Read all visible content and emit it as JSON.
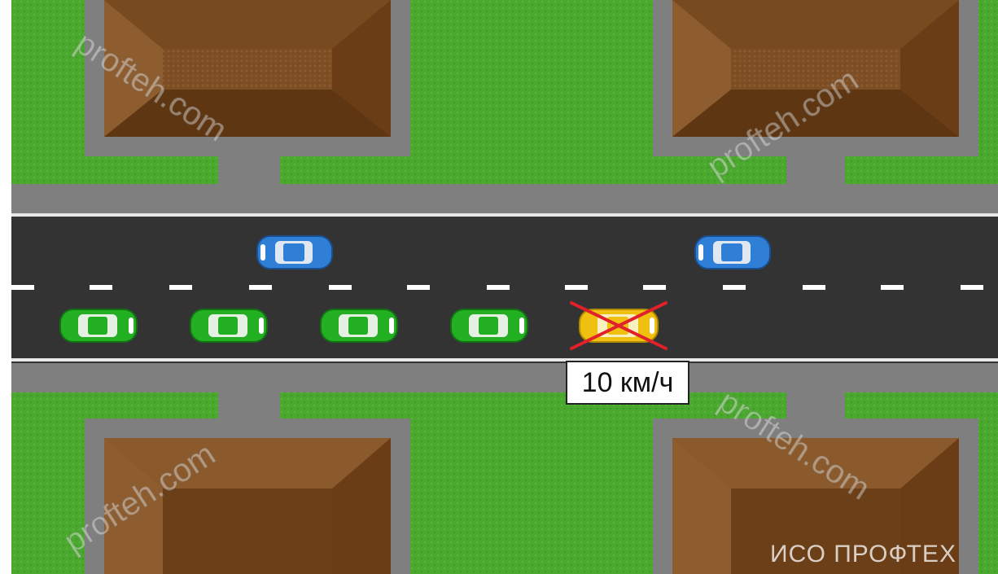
{
  "scene": {
    "speed_sign": "10 км/ч",
    "watermark_text": "profteh.com",
    "brand_text": "ИСО ПРОФТЕХ"
  },
  "colors": {
    "grass": "#4aa82e",
    "grass_dark": "#3f9a27",
    "sidewalk": "#808080",
    "road": "#333333",
    "lane_marking": "#ffffff",
    "roof_light": "#8a5a2e",
    "roof_dark": "#6b3f18",
    "car_blue": "#2f7fd6",
    "car_green": "#22b022",
    "car_yellow": "#f0c010",
    "cross": "#e0202a"
  },
  "vehicles": [
    {
      "name": "blue-car-1",
      "color": "blue",
      "lane": "oncoming"
    },
    {
      "name": "blue-car-2",
      "color": "blue",
      "lane": "oncoming"
    },
    {
      "name": "green-car-1",
      "color": "green",
      "lane": "own"
    },
    {
      "name": "green-car-2",
      "color": "green",
      "lane": "own"
    },
    {
      "name": "green-car-3",
      "color": "green",
      "lane": "own"
    },
    {
      "name": "green-car-4",
      "color": "green",
      "lane": "own"
    },
    {
      "name": "yellow-car-crossed",
      "color": "yellow",
      "lane": "own",
      "crossed_out": true
    }
  ]
}
